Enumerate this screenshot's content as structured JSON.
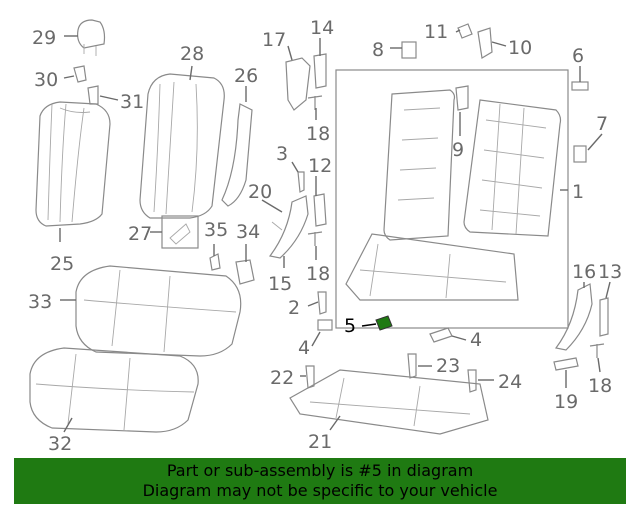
{
  "labels": {
    "l1": "1",
    "l2": "2",
    "l3": "3",
    "l4a": "4",
    "l4b": "4",
    "l5": "5",
    "l6": "6",
    "l7": "7",
    "l8": "8",
    "l9": "9",
    "l10": "10",
    "l11": "11",
    "l12": "12",
    "l13": "13",
    "l14": "14",
    "l15": "15",
    "l16": "16",
    "l17": "17",
    "l18a": "18",
    "l18b": "18",
    "l18c": "18",
    "l19": "19",
    "l20": "20",
    "l21": "21",
    "l22": "22",
    "l23": "23",
    "l24": "24",
    "l25": "25",
    "l26": "26",
    "l27": "27",
    "l28": "28",
    "l29": "29",
    "l30": "30",
    "l31": "31",
    "l32": "32",
    "l33": "33",
    "l34": "34",
    "l35": "35"
  },
  "highlight_color": "#1f7a12",
  "banner": {
    "line1": "Part or sub-assembly is #5 in diagram",
    "line2": "Diagram may not be specific to your vehicle"
  }
}
